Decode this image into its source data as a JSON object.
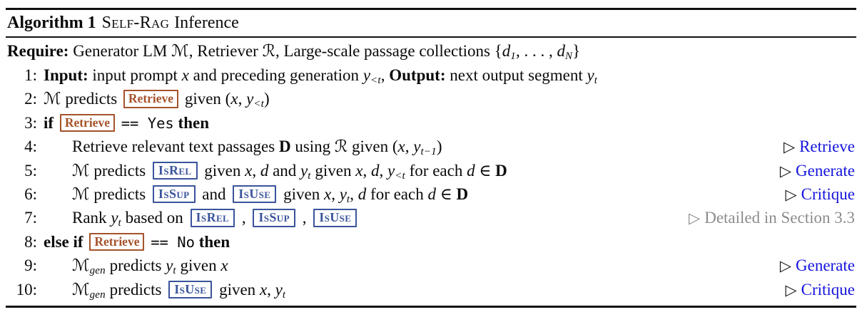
{
  "header": {
    "label": "Algorithm 1",
    "name": "Self-Rag",
    "suffix": "Inference"
  },
  "colors": {
    "badge_brown": "#A5522B",
    "badge_blue": "#39549B",
    "comment_blue": "#1414DD",
    "comment_gray": "#8C8C8C"
  },
  "comment_marker": "▷",
  "require": {
    "tokens": [
      {
        "t": "bold",
        "s": "Require: "
      },
      {
        "t": "text",
        "s": " Generator LM "
      },
      {
        "t": "cal",
        "s": "ℳ"
      },
      {
        "t": "text",
        "s": ", Retriever "
      },
      {
        "t": "cal",
        "s": "ℛ"
      },
      {
        "t": "text",
        "s": ", Large-scale passage collections {"
      },
      {
        "t": "var",
        "s": "d"
      },
      {
        "t": "sub",
        "s": "1"
      },
      {
        "t": "text",
        "s": ", . . . , "
      },
      {
        "t": "var",
        "s": "d"
      },
      {
        "t": "sub",
        "s": "N"
      },
      {
        "t": "text",
        "s": "}"
      }
    ]
  },
  "lines": [
    {
      "num": "1:",
      "indent": 0,
      "comment": null,
      "tokens": [
        {
          "t": "bold",
          "s": "Input:"
        },
        {
          "t": "text",
          "s": " input prompt "
        },
        {
          "t": "var",
          "s": "x"
        },
        {
          "t": "text",
          "s": " and preceding generation "
        },
        {
          "t": "var",
          "s": "y"
        },
        {
          "t": "sub",
          "s": "<t"
        },
        {
          "t": "text",
          "s": ", "
        },
        {
          "t": "bold",
          "s": "Output:"
        },
        {
          "t": "text",
          "s": " next output segment "
        },
        {
          "t": "var",
          "s": "y"
        },
        {
          "t": "sub",
          "s": "t"
        }
      ]
    },
    {
      "num": "2:",
      "indent": 0,
      "comment": null,
      "tokens": [
        {
          "t": "cal",
          "s": "ℳ"
        },
        {
          "t": "text",
          "s": " predicts "
        },
        {
          "t": "rbadge",
          "s": "Retrieve"
        },
        {
          "t": "text",
          "s": " given ("
        },
        {
          "t": "var",
          "s": "x"
        },
        {
          "t": "text",
          "s": ", "
        },
        {
          "t": "var",
          "s": "y"
        },
        {
          "t": "sub",
          "s": "<t"
        },
        {
          "t": "text",
          "s": ")"
        }
      ]
    },
    {
      "num": "3:",
      "indent": 0,
      "comment": null,
      "tokens": [
        {
          "t": "bold",
          "s": "if "
        },
        {
          "t": "rbadge",
          "s": "Retrieve"
        },
        {
          "t": "text",
          "s": " "
        },
        {
          "t": "mono",
          "s": "== Yes"
        },
        {
          "t": "bold",
          "s": " then"
        }
      ]
    },
    {
      "num": "4:",
      "indent": 1,
      "comment": {
        "label": "Retrieve",
        "color": "blue"
      },
      "tokens": [
        {
          "t": "text",
          "s": "Retrieve relevant text passages "
        },
        {
          "t": "bfD",
          "s": "D"
        },
        {
          "t": "text",
          "s": " using "
        },
        {
          "t": "cal",
          "s": "ℛ"
        },
        {
          "t": "text",
          "s": " given ("
        },
        {
          "t": "var",
          "s": "x"
        },
        {
          "t": "text",
          "s": ", "
        },
        {
          "t": "var",
          "s": "y"
        },
        {
          "t": "sub",
          "s": "t−1"
        },
        {
          "t": "text",
          "s": ")"
        }
      ]
    },
    {
      "num": "5:",
      "indent": 1,
      "comment": {
        "label": "Generate",
        "color": "blue"
      },
      "tokens": [
        {
          "t": "cal",
          "s": "ℳ"
        },
        {
          "t": "text",
          "s": " predicts "
        },
        {
          "t": "bbadge",
          "s": "IsRel"
        },
        {
          "t": "text",
          "s": " given "
        },
        {
          "t": "var",
          "s": "x"
        },
        {
          "t": "text",
          "s": ", "
        },
        {
          "t": "var",
          "s": "d"
        },
        {
          "t": "text",
          "s": " and "
        },
        {
          "t": "var",
          "s": "y"
        },
        {
          "t": "sub",
          "s": "t"
        },
        {
          "t": "text",
          "s": " given "
        },
        {
          "t": "var",
          "s": "x"
        },
        {
          "t": "text",
          "s": ", "
        },
        {
          "t": "var",
          "s": "d"
        },
        {
          "t": "text",
          "s": ", "
        },
        {
          "t": "var",
          "s": "y"
        },
        {
          "t": "sub",
          "s": "<t"
        },
        {
          "t": "text",
          "s": " for each "
        },
        {
          "t": "var",
          "s": "d"
        },
        {
          "t": "text",
          "s": " ∈ "
        },
        {
          "t": "bfD",
          "s": "D"
        }
      ]
    },
    {
      "num": "6:",
      "indent": 1,
      "comment": {
        "label": "Critique",
        "color": "blue"
      },
      "tokens": [
        {
          "t": "cal",
          "s": "ℳ"
        },
        {
          "t": "text",
          "s": " predicts "
        },
        {
          "t": "bbadge",
          "s": "IsSup"
        },
        {
          "t": "text",
          "s": " and "
        },
        {
          "t": "bbadge",
          "s": "IsUse"
        },
        {
          "t": "text",
          "s": " given "
        },
        {
          "t": "var",
          "s": "x"
        },
        {
          "t": "text",
          "s": ", "
        },
        {
          "t": "var",
          "s": "y"
        },
        {
          "t": "sub",
          "s": "t"
        },
        {
          "t": "text",
          "s": ", "
        },
        {
          "t": "var",
          "s": "d"
        },
        {
          "t": "text",
          "s": " for each "
        },
        {
          "t": "var",
          "s": "d"
        },
        {
          "t": "text",
          "s": " ∈ "
        },
        {
          "t": "bfD",
          "s": "D"
        }
      ]
    },
    {
      "num": "7:",
      "indent": 1,
      "comment": {
        "label": "Detailed in Section 3.3",
        "color": "gray"
      },
      "tokens": [
        {
          "t": "text",
          "s": "Rank "
        },
        {
          "t": "var",
          "s": "y"
        },
        {
          "t": "sub",
          "s": "t"
        },
        {
          "t": "text",
          "s": " based on "
        },
        {
          "t": "bbadge",
          "s": "IsRel"
        },
        {
          "t": "text",
          "s": " , "
        },
        {
          "t": "bbadge",
          "s": "IsSup"
        },
        {
          "t": "text",
          "s": " , "
        },
        {
          "t": "bbadge",
          "s": "IsUse"
        }
      ]
    },
    {
      "num": "8:",
      "indent": 0,
      "comment": null,
      "tokens": [
        {
          "t": "bold",
          "s": "else if "
        },
        {
          "t": "rbadge",
          "s": "Retrieve"
        },
        {
          "t": "text",
          "s": " "
        },
        {
          "t": "mono",
          "s": "== No"
        },
        {
          "t": "bold",
          "s": " then"
        }
      ]
    },
    {
      "num": "9:",
      "indent": 1,
      "comment": {
        "label": "Generate",
        "color": "blue"
      },
      "tokens": [
        {
          "t": "cal",
          "s": "ℳ"
        },
        {
          "t": "sub",
          "s": "gen"
        },
        {
          "t": "text",
          "s": " predicts "
        },
        {
          "t": "var",
          "s": "y"
        },
        {
          "t": "sub",
          "s": "t"
        },
        {
          "t": "text",
          "s": " given "
        },
        {
          "t": "var",
          "s": "x"
        }
      ]
    },
    {
      "num": "10:",
      "indent": 1,
      "comment": {
        "label": "Critique",
        "color": "blue"
      },
      "tokens": [
        {
          "t": "cal",
          "s": "ℳ"
        },
        {
          "t": "sub",
          "s": "gen"
        },
        {
          "t": "text",
          "s": " predicts "
        },
        {
          "t": "bbadge",
          "s": "IsUse"
        },
        {
          "t": "text",
          "s": " given "
        },
        {
          "t": "var",
          "s": "x"
        },
        {
          "t": "text",
          "s": ", "
        },
        {
          "t": "var",
          "s": "y"
        },
        {
          "t": "sub",
          "s": "t"
        }
      ]
    }
  ]
}
